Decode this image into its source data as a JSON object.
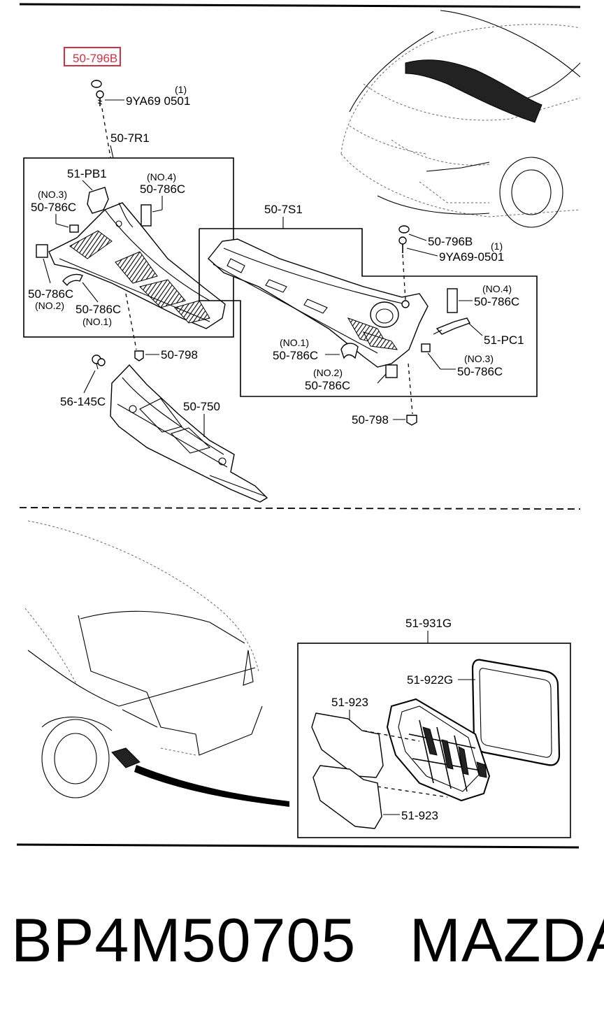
{
  "highlight_color": "#cc3344",
  "labels": {
    "p50_796B_top": "50-796B",
    "bolt_top_qty": "(1)",
    "bolt_top": "9YA69 0501",
    "p50_7R1": "50-7R1",
    "p51_PB1": "51-PB1",
    "no4_left": "(NO.4)",
    "p786C_no4_left": "50-786C",
    "no3_left": "(NO.3)",
    "p786C_no3_left": "50-786C",
    "p786C_no2_left": "50-786C",
    "no2_left": "(NO.2)",
    "p786C_no1_left": "50-786C",
    "no1_left": "(NO.1)",
    "p50_798_left": "50-798",
    "p56_145C": "56-145C",
    "p50_750": "50-750",
    "p50_7S1": "50-7S1",
    "p50_796B_right": "50-796B",
    "bolt_right_qty": "(1)",
    "bolt_right": "9YA69-0501",
    "no4_right": "(NO.4)",
    "p786C_no4_right": "50-786C",
    "p51_PC1": "51-PC1",
    "no1_right": "(NO.1)",
    "p786C_no1_right": "50-786C",
    "no3_right": "(NO.3)",
    "p786C_no3_right": "50-786C",
    "no2_right": "(NO.2)",
    "p786C_no2_right": "50-786C",
    "p50_798_right": "50-798",
    "p51_931G": "51-931G",
    "p51_922G": "51-922G",
    "p51_923_top": "51-923",
    "p51_923_bottom": "51-923"
  },
  "caption": {
    "part_number": "BP4M50705",
    "brand": "MAZDA"
  }
}
